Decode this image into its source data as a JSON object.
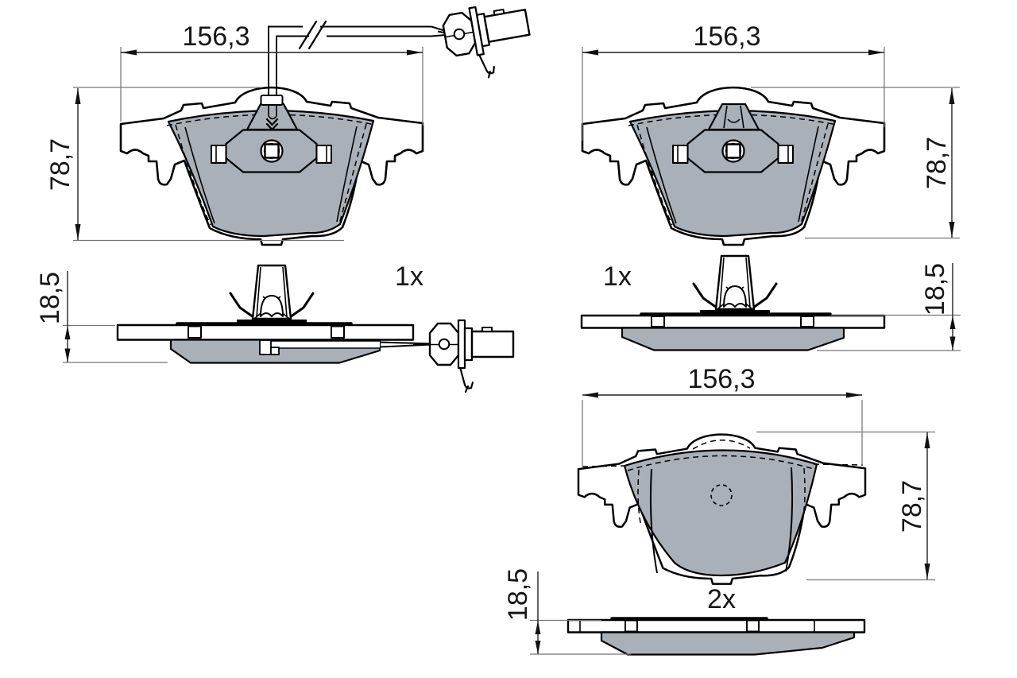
{
  "drawing": {
    "kind": "brake-pad technical drawing, 3 part views with dimensions",
    "units_note": "dimension values as printed"
  },
  "colors": {
    "friction": "#aab0b8",
    "line": "#000000",
    "dim_line": "#222222",
    "ext_line": "#767676",
    "background": "#ffffff"
  },
  "views": {
    "front_sensor": {
      "width": "156,3",
      "height": "78,7"
    },
    "front_plain": {
      "width": "156,3",
      "height": "78,7"
    },
    "side_sensor": {
      "thickness": "18,5",
      "qty": "1x"
    },
    "side_plain": {
      "thickness": "18,5",
      "qty": "1x"
    },
    "rear": {
      "width": "156,3",
      "height": "78,7",
      "qty": "2x"
    },
    "rear_side": {
      "thickness": "18,5"
    }
  }
}
